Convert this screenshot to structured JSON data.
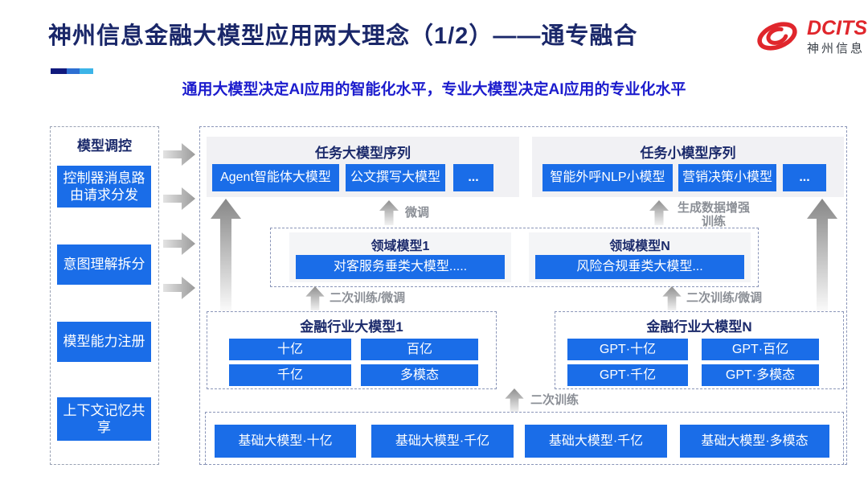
{
  "title": "神州信息金融大模型应用两大理念（1/2）——通专融合",
  "subtitle": "通用大模型决定AI应用的智能化水平，专业大模型决定AI应用的专业化水平",
  "logo": {
    "brand": "DCITS",
    "brand_cn": "神州信息"
  },
  "sidebar": {
    "title": "模型调控",
    "items": [
      "控制器消息路由请求分发",
      "意图理解拆分",
      "模型能力注册",
      "上下文记忆共享"
    ]
  },
  "task_large": {
    "title": "任务大模型序列",
    "items": [
      "Agent智能体大模型",
      "公文撰写大模型",
      "..."
    ]
  },
  "task_small": {
    "title": "任务小模型序列",
    "items": [
      "智能外呼NLP小模型",
      "营销决策小模型",
      "..."
    ]
  },
  "domain": {
    "m1_title": "领域模型1",
    "m1_item": "对客服务垂类大模型.....",
    "mN_title": "领域模型N",
    "mN_item": "风险合规垂类大模型..."
  },
  "industry1": {
    "title": "金融行业大模型1",
    "items": [
      "十亿",
      "百亿",
      "千亿",
      "多模态"
    ]
  },
  "industryN": {
    "title": "金融行业大模型N",
    "items": [
      "GPT·十亿",
      "GPT·百亿",
      "GPT·千亿",
      "GPT·多模态"
    ]
  },
  "base": {
    "items": [
      "基础大模型·十亿",
      "基础大模型·千亿",
      "基础大模型·千亿",
      "基础大模型·多模态"
    ]
  },
  "labels": {
    "finetune": "微调",
    "augment": "生成数据增强训练",
    "retrain_finetune": "二次训练/微调",
    "retrain": "二次训练"
  },
  "colors": {
    "chip_blue": "#1a6de8",
    "navy": "#1a2769",
    "subtitle_blue": "#1c1ccd",
    "logo_red": "#e0262c",
    "accent_bar": [
      "#10197d",
      "#2d6fd2",
      "#3cb4e8"
    ]
  }
}
